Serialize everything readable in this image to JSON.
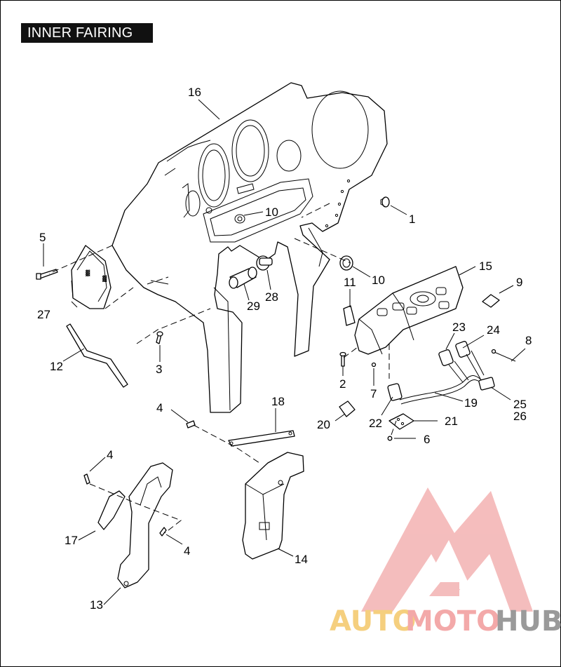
{
  "title": "INNER FAIRING",
  "callouts": {
    "c1": "1",
    "c2": "2",
    "c3": "3",
    "c4a": "4",
    "c4b": "4",
    "c4c": "4",
    "c5": "5",
    "c6": "6",
    "c7": "7",
    "c8": "8",
    "c9": "9",
    "c10a": "10",
    "c10b": "10",
    "c11": "11",
    "c12": "12",
    "c13": "13",
    "c14": "14",
    "c15": "15",
    "c16": "16",
    "c17": "17",
    "c18": "18",
    "c19": "19",
    "c20": "20",
    "c21": "21",
    "c22": "22",
    "c23": "23",
    "c24": "24",
    "c25": "25",
    "c26": "26",
    "c27": "27",
    "c28": "28",
    "c29": "29"
  },
  "watermark": {
    "part1": "AUTO",
    "part2": "MOTO",
    "part3": "HUB",
    "color_primary": "#f0a8a8",
    "color_accent": "#f5d48a",
    "color_dark": "#9a9a9a"
  }
}
